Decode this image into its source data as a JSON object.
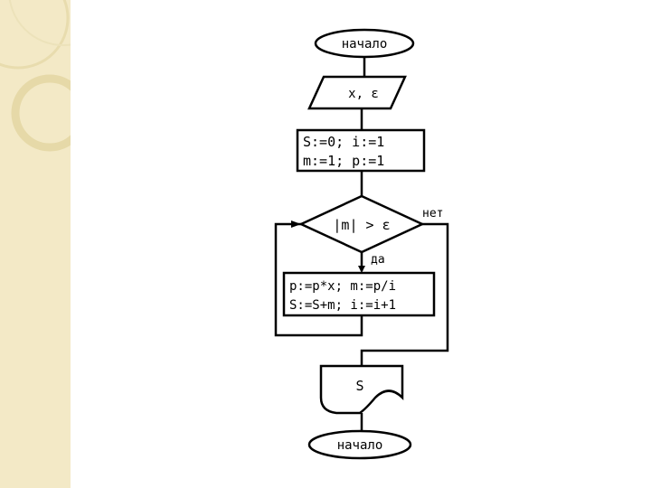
{
  "flowchart": {
    "start_label": "начало",
    "input_label": "x, ε",
    "init_line1": "S:=0;   i:=1",
    "init_line2": "m:=1; p:=1",
    "condition_label": "|m| > ε",
    "no_label": "нет",
    "yes_label": "да",
    "body_line1": "p:=p*x; m:=p/i",
    "body_line2": "S:=S+m; i:=i+1",
    "output_label": "S",
    "end_label": "начало"
  }
}
